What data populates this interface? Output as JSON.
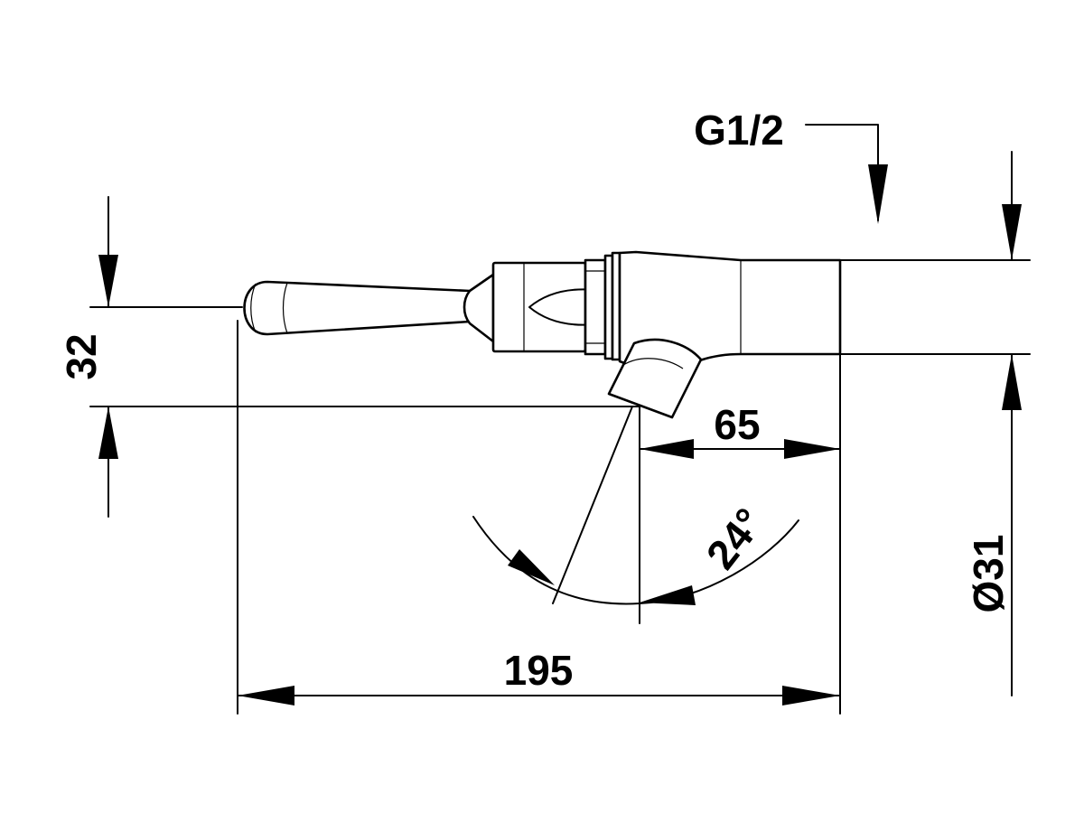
{
  "drawing": {
    "thread_label": "G1/2",
    "dim_height": "32",
    "dim_spout_offset": "65",
    "dim_total_length": "195",
    "dim_angle": "24°",
    "dim_diameter": "Ø31"
  },
  "colors": {
    "line": "#000000",
    "background": "#ffffff"
  }
}
